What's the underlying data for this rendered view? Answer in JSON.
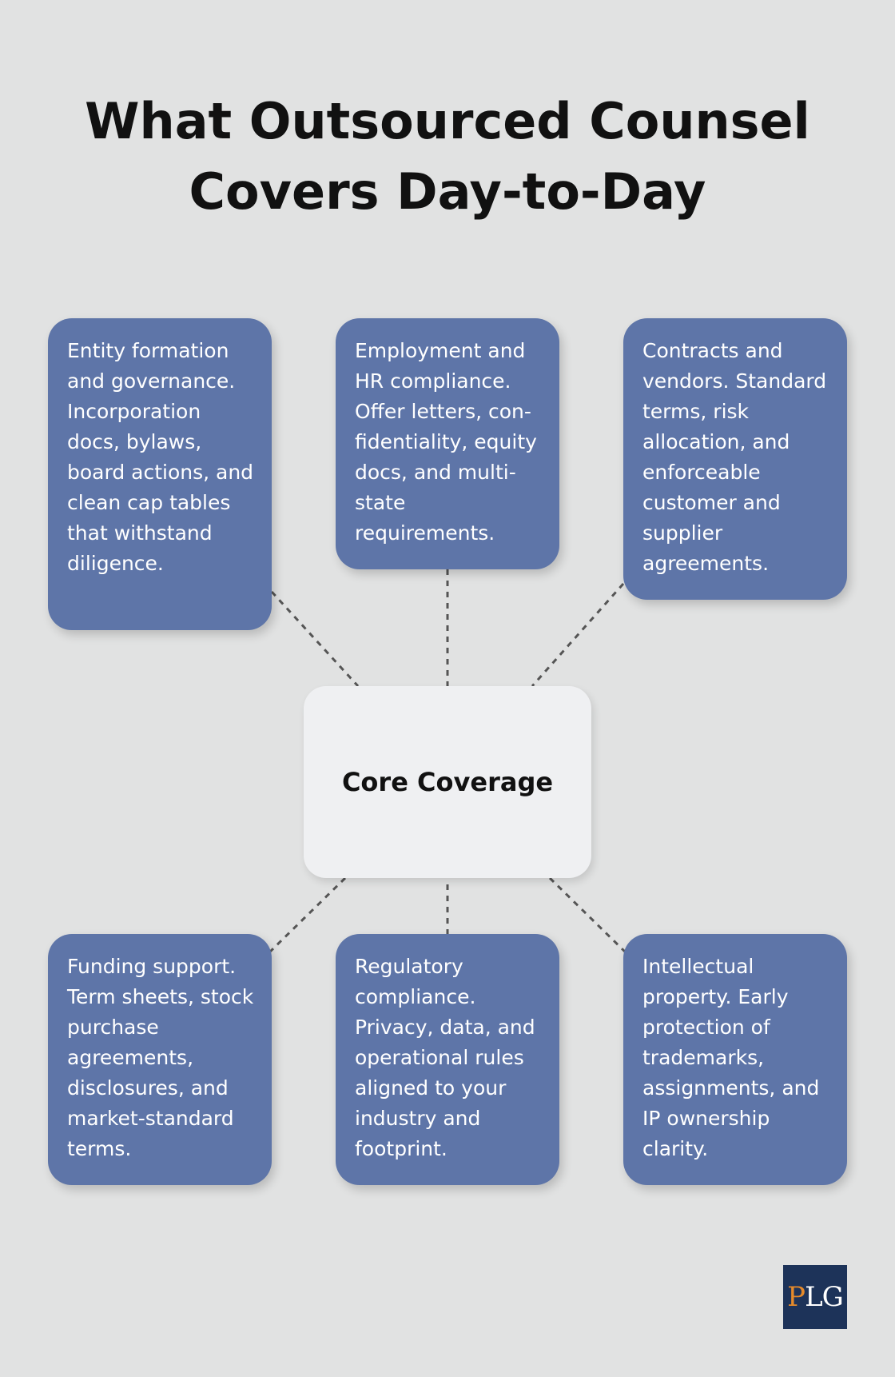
{
  "title_lines": [
    "What Outsourced Counsel",
    "Covers Day-to-Day"
  ],
  "center_label": "Core Coverage",
  "cards": [
    {
      "text": "Entity formation and governance. Incorporation docs, bylaws, board actions, and clean cap tables that withstand diligence."
    },
    {
      "text": "Employment and HR compliance. Offer letters, con-fidentiality, equity docs, and multi-state requirements."
    },
    {
      "text": "Contracts and vendors. Standard terms, risk allocation, and enforceable customer and supplier agreements."
    },
    {
      "text": "Funding support. Term sheets, stock purchase agreements, disclosures, and market-standard terms."
    },
    {
      "text": "Regulatory compliance. Privacy, data, and operational rules aligned to your industry and footprint."
    },
    {
      "text": "Intellectual property. Early protection of trademarks, assignments, and IP ownership clarity."
    }
  ],
  "logo": {
    "part1": "P",
    "part2": "LG"
  },
  "colors": {
    "background": "#e1e2e2",
    "card": "#5e75a8",
    "center_box": "#eff0f2",
    "connector": "#555555",
    "logo_bg": "#1d3359",
    "logo_accent": "#e58a2b"
  }
}
